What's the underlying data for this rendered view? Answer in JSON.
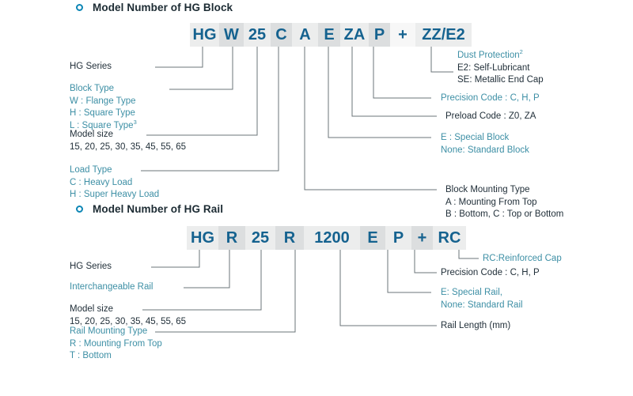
{
  "block_section": {
    "bullet_icon": "ring-bullet-icon",
    "header": "Model Number of HG Block",
    "tokens": [
      {
        "text": "HG"
      },
      {
        "text": "W"
      },
      {
        "text": "25"
      },
      {
        "text": "C"
      },
      {
        "text": "A"
      },
      {
        "text": "E"
      },
      {
        "text": "ZA"
      },
      {
        "text": "P"
      },
      {
        "text": "+"
      },
      {
        "text": "ZZ/E2"
      }
    ],
    "left_notes": [
      {
        "title": "HG Series",
        "title_color": "dark",
        "lines": []
      },
      {
        "title": "Block  Type",
        "title_color": "teal",
        "lines": [
          "W : Flange  Type",
          "H : Square Type",
          "L : Square Type"
        ],
        "line_colors": [
          "teal",
          "teal",
          "teal"
        ],
        "sup_last": "3"
      },
      {
        "title": "Model size",
        "title_color": "dark",
        "lines": [
          "15, 20, 25, 30, 35, 45, 55, 65"
        ],
        "line_colors": [
          "dark"
        ]
      },
      {
        "title": "Load Type",
        "title_color": "teal",
        "lines": [
          "C : Heavy Load",
          "H : Super Heavy Load"
        ],
        "line_colors": [
          "teal",
          "teal"
        ]
      }
    ],
    "right_notes": [
      {
        "title": "Dust Protection",
        "title_color": "teal",
        "sup_title": "2",
        "lines": [
          "E2: Self-Lubricant",
          "SE: Metallic End Cap"
        ],
        "line_colors": [
          "dark",
          "dark"
        ]
      },
      {
        "title": "Precision Code : C, H, P",
        "title_color": "teal",
        "lines": []
      },
      {
        "title": "Preload Code : Z0, ZA",
        "title_color": "dark",
        "lines": []
      },
      {
        "title": "E : Special Block",
        "title_color": "teal",
        "lines": [
          "None: Standard Block"
        ],
        "line_colors": [
          "teal"
        ]
      },
      {
        "title": "Block Mounting Type",
        "title_color": "dark",
        "lines": [
          "A : Mounting From Top",
          "B : Bottom, C : Top or Bottom"
        ],
        "line_colors": [
          "dark",
          "dark"
        ]
      }
    ]
  },
  "rail_section": {
    "bullet_icon": "ring-bullet-icon",
    "header": "Model Number of HG Rail",
    "tokens": [
      {
        "text": "HG"
      },
      {
        "text": "R"
      },
      {
        "text": "25"
      },
      {
        "text": "R"
      },
      {
        "text": "1200"
      },
      {
        "text": "E"
      },
      {
        "text": "P"
      },
      {
        "text": "+"
      },
      {
        "text": "RC"
      }
    ],
    "left_notes": [
      {
        "title": "HG Series",
        "title_color": "dark",
        "lines": []
      },
      {
        "title": "Interchangeable Rail",
        "title_color": "teal",
        "lines": []
      },
      {
        "title": "Model size",
        "title_color": "dark",
        "lines": [
          "15, 20, 25, 30, 35, 45, 55, 65"
        ],
        "line_colors": [
          "dark"
        ]
      },
      {
        "title": "Rail Mounting Type",
        "title_color": "teal",
        "lines": [
          "R : Mounting From Top",
          "T : Bottom"
        ],
        "line_colors": [
          "teal",
          "teal"
        ]
      }
    ],
    "right_notes": [
      {
        "title": "RC:Reinforced Cap",
        "title_color": "teal",
        "lines": []
      },
      {
        "title": "Precision Code : C, H, P",
        "title_color": "dark",
        "lines": []
      },
      {
        "title": "E: Special Rail,",
        "title_color": "teal",
        "lines": [
          "None: Standard Rail"
        ],
        "line_colors": [
          "teal"
        ]
      },
      {
        "title": "Rail Length (mm)",
        "title_color": "dark",
        "lines": []
      }
    ]
  },
  "colors": {
    "token_text": "#15628f",
    "token_bg": "#eceded",
    "token_bg_alt": "#dcdedf",
    "teal": "#3d8fa5",
    "dark": "#22303a",
    "bullet": "#0d86b5",
    "leader": "#6b7478"
  }
}
